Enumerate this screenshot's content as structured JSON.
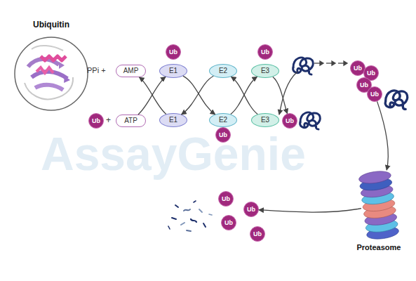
{
  "diagram": {
    "nodes": [
      {
        "text": [
          "Ubiquitin"
        ]
      },
      {
        "text": [
          "Ub"
        ]
      },
      {
        "text": [
          "Ub"
        ]
      },
      {
        "text": [
          "AMP"
        ]
      },
      {
        "text": [
          "E1"
        ]
      },
      {
        "text": [
          "E2"
        ]
      },
      {
        "text": [
          "E3"
        ]
      },
      {
        "text": [
          "Ub"
        ]
      },
      {
        "text": [
          "ATP"
        ]
      },
      {
        "text": [
          "E1"
        ]
      },
      {
        "text": [
          "E2"
        ]
      },
      {
        "text": [
          "E3"
        ]
      },
      {
        "text": [
          "Ub"
        ]
      },
      {
        "text": [
          "Ub"
        ]
      },
      {
        "text": [
          "Ub"
        ]
      },
      {
        "text": [
          "Ub"
        ]
      },
      {
        "text": [
          "Ub"
        ]
      },
      {
        "text": [
          "Ub"
        ]
      },
      {
        "text": [
          "Proteasome"
        ]
      },
      {
        "text": [
          "Ub"
        ]
      },
      {
        "text": [
          "Ub"
        ]
      },
      {
        "text": [
          "Ub"
        ]
      },
      {
        "text": [
          "Ub"
        ]
      }
    ],
    "edges": [
      {
        "from": 8,
        "to": 4,
        "arrow": "to"
      },
      {
        "from": 9,
        "to": 3,
        "arrow": "to"
      },
      {
        "from": 4,
        "to": 10,
        "arrow": "to"
      },
      {
        "from": 5,
        "to": 9,
        "arrow": "to"
      },
      {
        "from": 10,
        "to": 6,
        "arrow": "to"
      },
      {
        "from": 11,
        "to": 5,
        "arrow": "to"
      },
      {
        "from": 6,
        "to": 13,
        "arrow": "to"
      },
      {
        "from": 17,
        "to": 18,
        "arrow": "to"
      },
      {
        "from": 18,
        "to": 20,
        "arrow": "to"
      }
    ],
    "labels": [
      "PPi +",
      "+",
      "AssayGenie"
    ]
  }
}
